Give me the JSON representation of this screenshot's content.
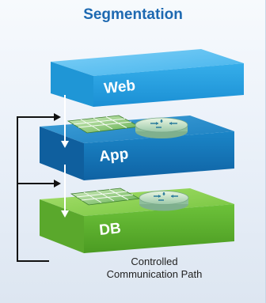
{
  "header": {
    "title": "Segmentation"
  },
  "layers": [
    {
      "label": "Web",
      "color": "#2aa3e6"
    },
    {
      "label": "App",
      "color": "#1580c4"
    },
    {
      "label": "DB",
      "color": "#66bb2f"
    }
  ],
  "caption": {
    "line1": "Controlled",
    "line2": "Communication Path"
  },
  "icons": [
    "firewall-grid-icon",
    "router-icon"
  ]
}
